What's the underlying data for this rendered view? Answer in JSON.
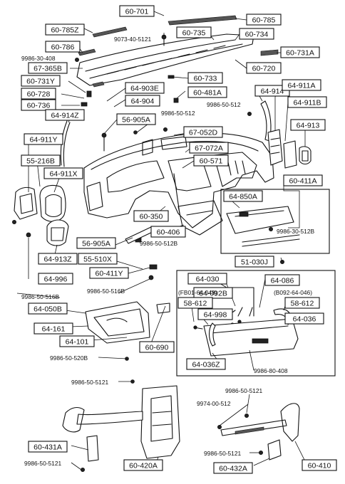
{
  "boxed_labels": [
    "60-701",
    "60-785",
    "60-785Z",
    "60-735",
    "60-734",
    "60-786",
    "60-731A",
    "67-365B",
    "60-720",
    "60-731Y",
    "60-733",
    "60-728",
    "64-903E",
    "60-481A",
    "64-914",
    "64-911A",
    "60-736",
    "64-904",
    "64-911B",
    "64-914Z",
    "56-905A",
    "67-052D",
    "64-913",
    "64-911Y",
    "67-072A",
    "55-216B",
    "60-571",
    "64-911X",
    "60-411A",
    "64-850A",
    "60-350",
    "60-406",
    "56-905A",
    "55-510X",
    "64-913Z",
    "60-411Y",
    "51-030J",
    "64-996",
    "64-030",
    "64-092B",
    "64-086",
    "64-050B",
    "58-612",
    "58-612",
    "64-998",
    "64-036",
    "64-161",
    "64-101",
    "60-690",
    "64-036Z",
    "60-431A",
    "60-420A",
    "60-432A",
    "60-410"
  ],
  "plain_labels": [
    "9073-40-5121",
    "9986-30-408",
    "9986-50-512",
    "9986-50-512",
    "9986-30-512B",
    "9986-50-512B",
    "9986-50-516B",
    "9986-50-516B",
    "9986-50-520B",
    "9986-80-408",
    "9986-50-5121",
    "9986-50-5121",
    "9974-00-512",
    "9986-50-5121",
    "9986-50-5121",
    "(FB01-64-048)",
    "(B092-64-046)"
  ]
}
